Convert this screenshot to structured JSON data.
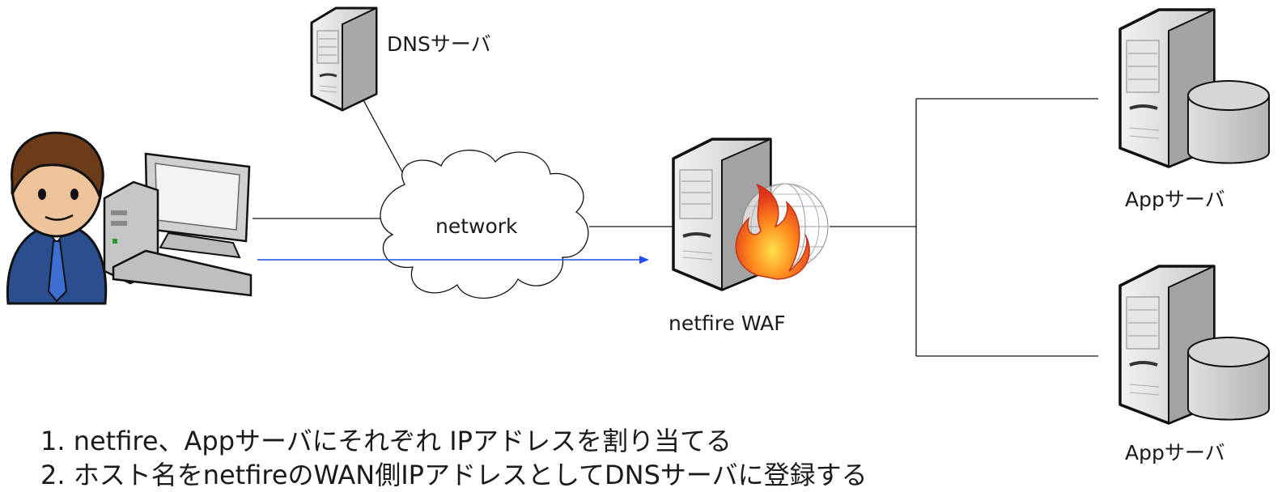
{
  "nodes": {
    "dns_server": {
      "label": "DNSサーバ",
      "icon": "tower-server-icon"
    },
    "client": {
      "icon": "user-workstation-icon"
    },
    "network": {
      "label": "network",
      "icon": "cloud-icon"
    },
    "waf": {
      "label": "netfire WAF",
      "icon": "firewall-server-icon"
    },
    "app_server_1": {
      "label": "Appサーバ",
      "icon": "database-server-icon"
    },
    "app_server_2": {
      "label": "Appサーバ",
      "icon": "database-server-icon"
    }
  },
  "edges": [
    {
      "from": "dns_server",
      "to": "network"
    },
    {
      "from": "client",
      "to": "network"
    },
    {
      "from": "network",
      "to": "waf"
    },
    {
      "from": "waf",
      "to": "app_server_1"
    },
    {
      "from": "waf",
      "to": "app_server_2"
    },
    {
      "from": "client",
      "to": "waf",
      "kind": "request-arrow",
      "color": "#1f4ff0"
    }
  ],
  "steps": [
    "1. netfire、Appサーバにそれぞれ IPアドレスを割り当てる",
    "2. ホスト名をnetfireのWAN側IPアドレスとしてDNSサーバに登録する"
  ],
  "colors": {
    "line": "#111111",
    "arrow": "#1f4ff0",
    "server_body": "#d9d9d9",
    "flame": "#f26b1d"
  }
}
